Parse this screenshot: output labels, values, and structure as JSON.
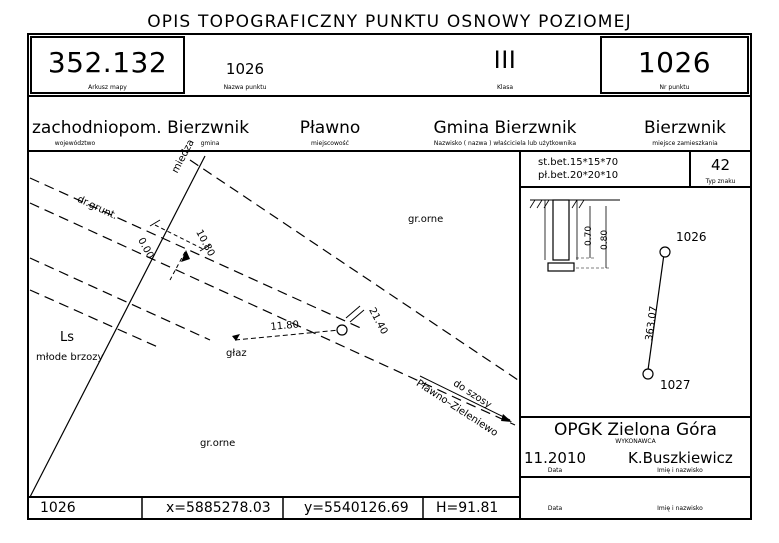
{
  "header": {
    "title": "OPIS TOPOGRAFICZNY PUNKTU OSNOWY POZIOMEJ",
    "sheet_number": "352.132",
    "sheet_label": "Arkusz mapy",
    "point_name": "1026",
    "point_name_label": "Nazwa punktu",
    "class_value": "III",
    "class_label": "Klasa",
    "point_number": "1026",
    "point_number_label": "Nr punktu"
  },
  "location": {
    "voivodeship": "zachodniopom.",
    "voivodeship_label": "województwo",
    "commune": "Bierzwnik",
    "commune_label": "gmina",
    "locality": "Pławno",
    "locality_label": "miejscowość",
    "owner": "Gmina Bierzwnik",
    "owner_label": "Nazwisko ( nazwa ) właściciela lub użytkownika",
    "residence": "Bierzwnik",
    "residence_label": "miejsce zamieszkania"
  },
  "sketch": {
    "label_miedza": "miedza",
    "label_dr_grunt": "dr.grunt.",
    "label_gr_orne_top": "gr.orne",
    "label_gr_orne_bottom": "gr.orne",
    "label_ls": "Ls",
    "label_mlode_brzozy": "młode brzozy",
    "label_glaz": "głaz",
    "label_do_szosy": "do szosy",
    "label_plawno_zieleniewo": "Pławno–Zieleniewo",
    "dim_0_00": "0.00",
    "dim_10_80": "10.80",
    "dim_11_80": "11.80",
    "dim_21_40": "21.40"
  },
  "marker": {
    "line1": "st.bet.15*15*70",
    "line2": "pł.bet.20*20*10",
    "type_value": "42",
    "type_label": "Typ znaku",
    "dim_070": "0.70",
    "dim_080": "0.80"
  },
  "link": {
    "from_point": "1026",
    "to_point": "1027",
    "distance": "363.07"
  },
  "executor": {
    "name": "OPGK Zielona Góra",
    "label": "WYKONAWCA",
    "date": "11.2010",
    "date_label": "Data",
    "person": "K.Buszkiewicz",
    "person_label": "Imię i nazwisko",
    "date_label2": "Data",
    "person_label2": "Imię i nazwisko"
  },
  "coords": {
    "point": "1026",
    "x": "x=5885278.03",
    "y": "y=5540126.69",
    "h": "H=91.81"
  }
}
